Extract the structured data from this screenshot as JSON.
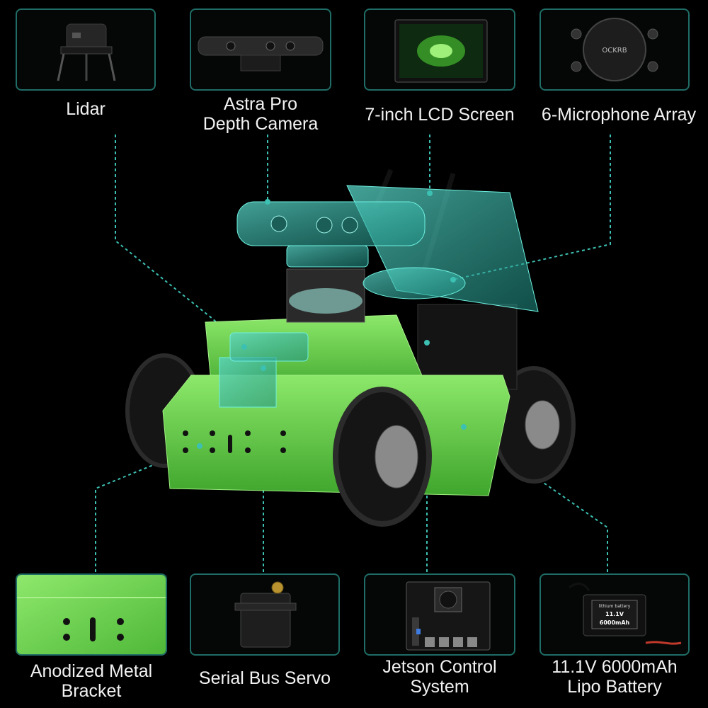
{
  "components_top": [
    {
      "label_line1": "Lidar",
      "label_line2": "",
      "icon": "lidar-icon"
    },
    {
      "label_line1": "Astra Pro",
      "label_line2": "Depth Camera",
      "icon": "depth-camera-icon"
    },
    {
      "label_line1": "7-inch LCD Screen",
      "label_line2": "",
      "icon": "lcd-screen-icon"
    },
    {
      "label_line1": "6-Microphone Array",
      "label_line2": "",
      "icon": "microphone-array-icon"
    }
  ],
  "components_bottom": [
    {
      "label_line1": "Anodized Metal",
      "label_line2": "Bracket",
      "icon": "metal-bracket-icon"
    },
    {
      "label_line1": "Serial Bus Servo",
      "label_line2": "",
      "icon": "servo-icon"
    },
    {
      "label_line1": "Jetson Control",
      "label_line2": "System",
      "icon": "control-board-icon"
    },
    {
      "label_line1": "11.1V 6000mAh",
      "label_line2": "Lipo Battery",
      "icon": "battery-icon"
    }
  ],
  "mic_array_badge": "OCKRB",
  "battery_print": {
    "brand": "lithium battery",
    "spec_line1": "11.1V",
    "spec_line2": "6000mAh"
  },
  "colors": {
    "background": "#000000",
    "accent_teal": "#25b7a8",
    "card_border": "#1f6d66",
    "chassis_green": "#6ad64e",
    "label_text": "#f2f2f2"
  }
}
